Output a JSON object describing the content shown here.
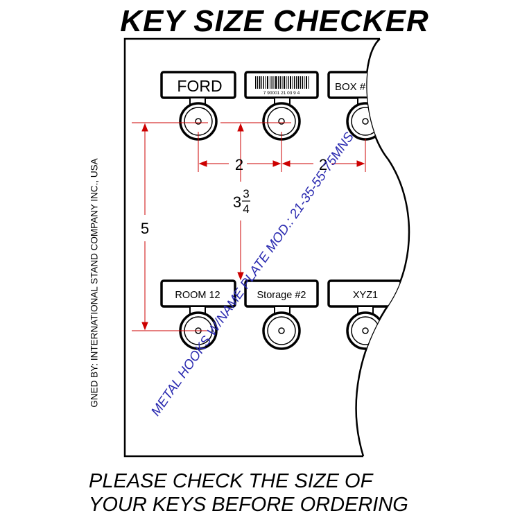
{
  "title": "KEY SIZE CHECKER",
  "footer": {
    "line1": "PLEASE CHECK THE SIZE OF",
    "line2": "YOUR KEYS BEFORE ORDERING"
  },
  "credit": "GNED BY: INTERNATIONAL STAND COMPANY INC., USA",
  "model_text": "METAL HOOKS W/NAME PLATE MOD.: 21-35-55-75MNS",
  "plates": {
    "top": [
      "FORD",
      "",
      "BOX #"
    ],
    "bottom": [
      "ROOM 12",
      "Storage #2",
      "XYZ1"
    ]
  },
  "barcode_digits": "7 90001 21 03 9 4",
  "dimensions": {
    "horizontal_1": "2",
    "horizontal_2": "2",
    "vertical_left": "5",
    "vertical_mid_whole": "3",
    "vertical_mid_num": "3",
    "vertical_mid_den": "4"
  },
  "colors": {
    "dimension_line": "#cc0000",
    "model_text": "#2a2ab0",
    "outline": "#000000"
  }
}
